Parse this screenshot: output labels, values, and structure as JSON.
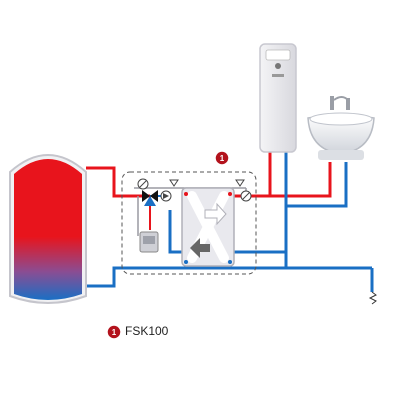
{
  "diagram": {
    "marker_number": "1",
    "legend": {
      "number": "1",
      "label": "FSK100"
    },
    "colors": {
      "hot": "#e8141c",
      "cold": "#1a6fc4",
      "marker": "#b3121c",
      "outline": "#444444",
      "unit": "#e9e9ee"
    },
    "components": [
      "storage-tank",
      "station-fsk100",
      "electric-water-heater",
      "washbasin",
      "plate-heat-exchanger",
      "pump",
      "mixing-valve",
      "flow-meter",
      "drain"
    ]
  }
}
